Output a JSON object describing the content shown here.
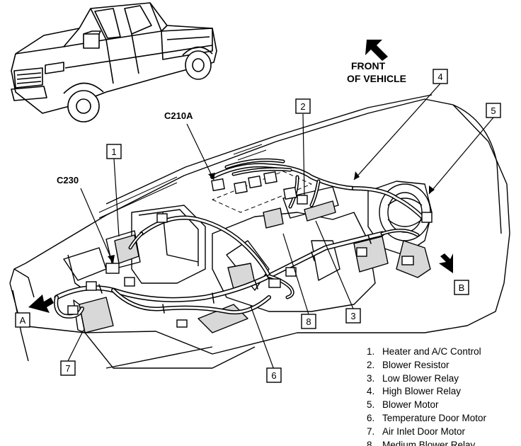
{
  "orientation": {
    "line1": "FRONT",
    "line2": "OF VEHICLE"
  },
  "connectors": {
    "c210a": "C210A",
    "c230": "C230"
  },
  "views": {
    "a": "A",
    "b": "B"
  },
  "callouts": [
    "1",
    "2",
    "3",
    "4",
    "5",
    "6",
    "7",
    "8"
  ],
  "legend": [
    {
      "num": "1.",
      "label": "Heater and A/C Control"
    },
    {
      "num": "2.",
      "label": "Blower Resistor"
    },
    {
      "num": "3.",
      "label": "Low Blower Relay"
    },
    {
      "num": "4.",
      "label": "High Blower Relay"
    },
    {
      "num": "5.",
      "label": "Blower Motor"
    },
    {
      "num": "6.",
      "label": "Temperature Door Motor"
    },
    {
      "num": "7.",
      "label": "Air Inlet Door Motor"
    },
    {
      "num": "8.",
      "label": "Medium Blower Relay"
    }
  ],
  "colors": {
    "line": "#000000",
    "background": "#ffffff",
    "shade": "#d8d8d8"
  }
}
